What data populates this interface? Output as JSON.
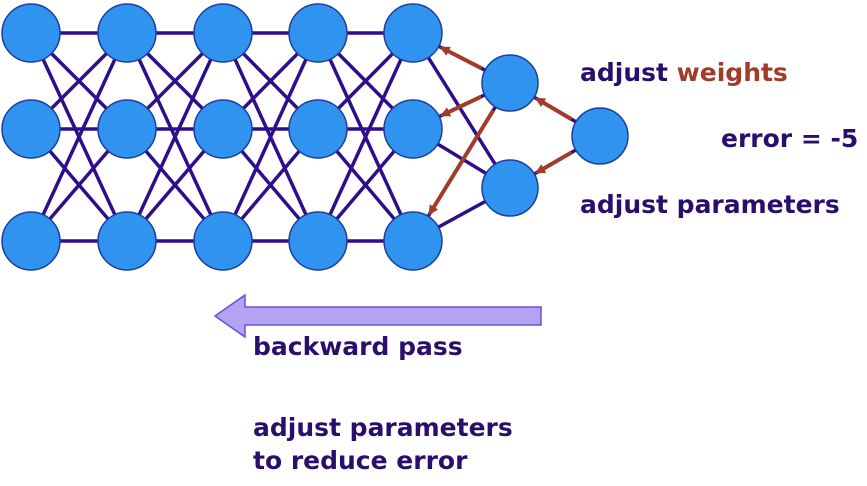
{
  "labels": {
    "adjust_prefix": "adjust ",
    "weights_word": "weights",
    "error_text": "error = -5",
    "adjust_parameters": "adjust parameters",
    "backward_pass": "backward pass",
    "reduce_line1": "adjust parameters",
    "reduce_line2": "to reduce error"
  },
  "colors": {
    "node_fill": "#2f93ef",
    "node_stroke": "#1d3f9a",
    "edge": "#2e0e8c",
    "text": "#2a0e6b",
    "accent": "#a33b2a",
    "arrow_fill": "#b3a3f2",
    "arrow_stroke": "#6a50d8"
  }
}
